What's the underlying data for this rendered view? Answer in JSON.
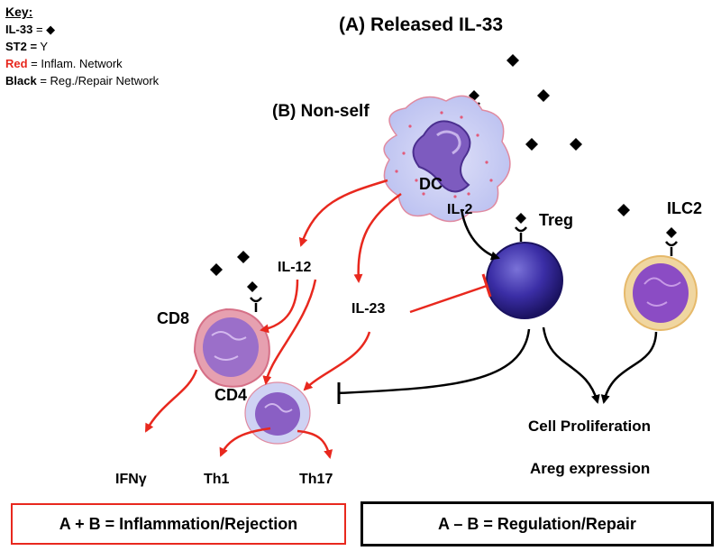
{
  "key": {
    "title": "Key:",
    "il33_term": "IL-33",
    "il33_eq": " = ◆",
    "st2_term": "ST2 =",
    "st2_eq": "  Y",
    "red_term": "Red",
    "red_desc": " = Inflam. Network",
    "black_term": "Black",
    "black_desc": " = Reg./Repair Network"
  },
  "labels": {
    "released": "(A) Released IL-33",
    "nonself": "(B) Non-self",
    "dc": "DC",
    "il2": "IL-2",
    "treg": "Treg",
    "ilc2": "ILC2",
    "il12": "IL-12",
    "il23": "IL-23",
    "cd8": "CD8",
    "cd4": "CD4",
    "ifng": "IFNγ",
    "th1": "Th1",
    "th17": "Th17",
    "prolif": "Cell Proliferation",
    "areg": "Areg expression"
  },
  "boxes": {
    "inflammation": "A + B = Inflammation/Rejection",
    "regulation": "A – B = Regulation/Repair"
  },
  "colors": {
    "inflammatory": "#e8281e",
    "regulatory": "#000000"
  }
}
